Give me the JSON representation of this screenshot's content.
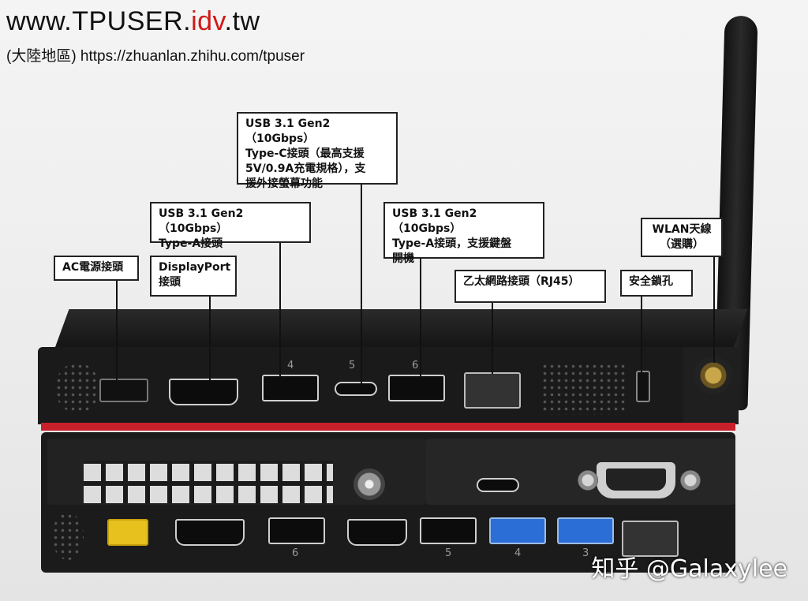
{
  "header": {
    "site_prefix": "www.TPUSER.",
    "site_highlight": "idv",
    "site_suffix": ".tw",
    "subtitle": "(大陸地區) https://zhuanlan.zhihu.com/tpuser"
  },
  "callouts": {
    "ac_power": "AC電源接頭",
    "displayport": "DisplayPort\n接頭",
    "usb_a_left": "USB 3.1 Gen2（10Gbps）\nType-A接頭",
    "usb_c": "USB 3.1 Gen2（10Gbps）\nType-C接頭（最高支援\n5V/0.9A充電規格），支\n援外接螢幕功能",
    "usb_a_right": "USB 3.1 Gen2（10Gbps）\nType-A接頭，支援鍵盤\n開機",
    "ethernet": "乙太網路接頭（RJ45）",
    "security_lock": "安全鎖孔",
    "wlan": "WLAN天線\n（選購）"
  },
  "port_numbers": {
    "top_4": "4",
    "top_5": "5",
    "top_6": "6",
    "bottom_6": "6",
    "bottom_5": "5",
    "bottom_4": "4",
    "bottom_3": "3"
  },
  "watermark": "知乎 @Galaxylee",
  "colors": {
    "accent_red": "#d01818",
    "chassis": "#1b1b1b",
    "red_strip": "#c8202a",
    "usb_blue": "#2b6fd6",
    "power_yellow": "#e7c21f"
  }
}
